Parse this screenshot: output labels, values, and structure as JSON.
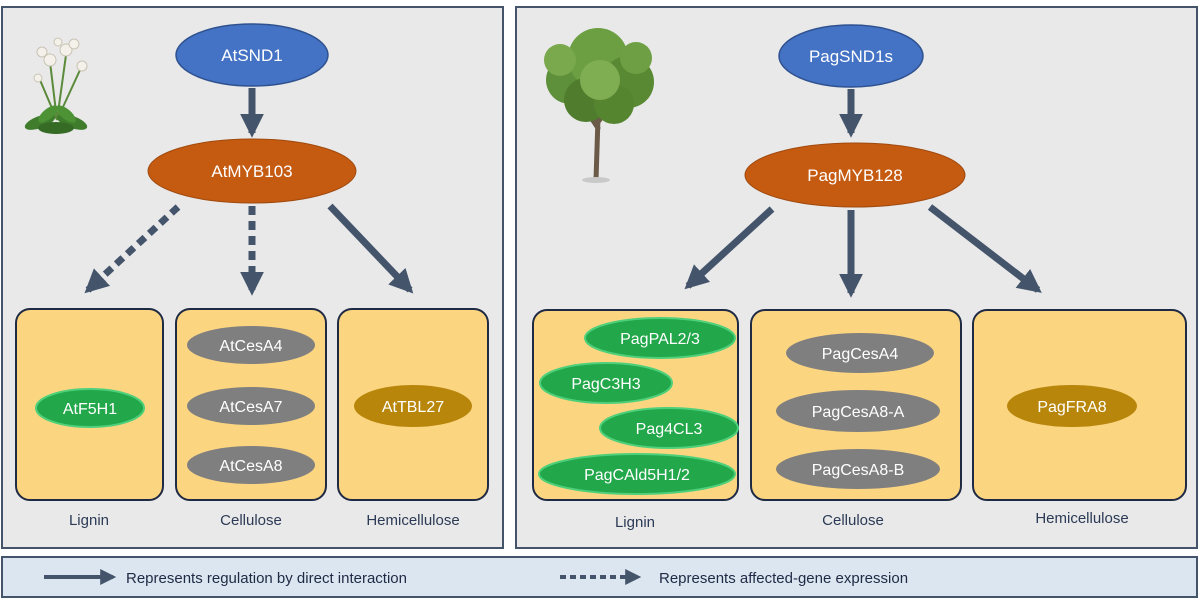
{
  "left": {
    "top_node": "AtSND1",
    "mid_node": "AtMYB103",
    "boxes": [
      {
        "caption": "Lignin",
        "genes": [
          "AtF5H1"
        ]
      },
      {
        "caption": "Cellulose",
        "genes": [
          "AtCesA4",
          "AtCesA7",
          "AtCesA8"
        ]
      },
      {
        "caption": "Hemicellulose",
        "genes": [
          "AtTBL27"
        ]
      }
    ]
  },
  "right": {
    "top_node": "PagSND1s",
    "mid_node": "PagMYB128",
    "boxes": [
      {
        "caption": "Lignin",
        "genes": [
          "PagPAL2/3",
          "PagC3H3",
          "Pag4CL3",
          "PagCAld5H1/2"
        ]
      },
      {
        "caption": "Cellulose",
        "genes": [
          "PagCesA4",
          "PagCesA8-A",
          "PagCesA8-B"
        ]
      },
      {
        "caption": "Hemicellulose",
        "genes": [
          "PagFRA8"
        ]
      }
    ]
  },
  "legend": {
    "solid": "Represents regulation by direct interaction",
    "dashed": "Represents affected-gene expression"
  },
  "colors": {
    "panel_bg": "#e9e9ea",
    "box_fill": "#fcd581",
    "blue_node": "#4472c4",
    "orange_node": "#c55a11",
    "green_gene": "#22a74a",
    "gray_gene": "#7f7f7f",
    "gold_gene": "#b8860b",
    "arrow": "#44546a",
    "legend_bg": "#dbe6f1"
  },
  "icons": [
    "arabidopsis-plant-icon",
    "tree-icon"
  ]
}
